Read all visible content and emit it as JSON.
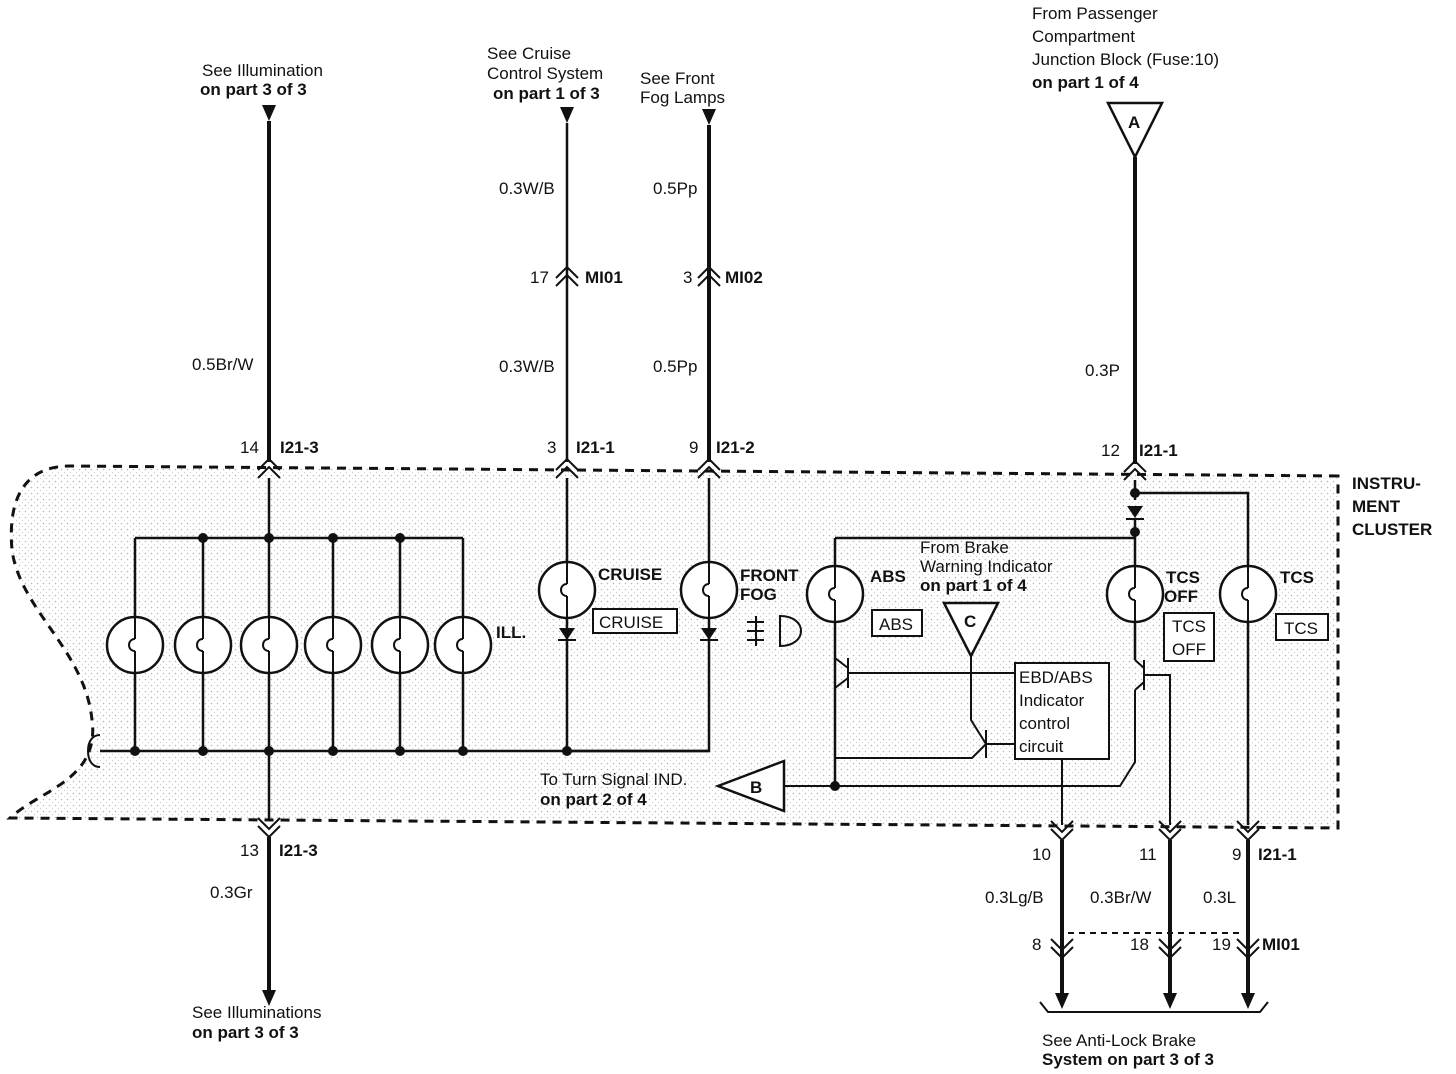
{
  "top_refs": {
    "illumination": {
      "l1": "See Illumination",
      "l2": "on part 3 of 3"
    },
    "cruise": {
      "l1": "See Cruise",
      "l2": "Control System",
      "l3": "on part 1 of 3"
    },
    "fog": {
      "l1": "See Front",
      "l2": "Fog Lamps"
    },
    "passenger": {
      "l1": "From Passenger",
      "l2": "Compartment",
      "l3": "Junction Block (Fuse:10)",
      "l4": "on part 1 of 4"
    }
  },
  "wires": {
    "ill_top": "0.5Br/W",
    "cruise_top": "0.3W/B",
    "cruise_mid": "0.3W/B",
    "fog_top": "0.5Pp",
    "fog_mid": "0.5Pp",
    "tcs_p": "0.3P",
    "ill_bottom": "0.3Gr",
    "abs_lgb": "0.3Lg/B",
    "abs_brw": "0.3Br/W",
    "abs_l": "0.3L"
  },
  "connectors": {
    "c14": {
      "pin": "14",
      "name": "I21-3"
    },
    "c3": {
      "pin": "3",
      "name": "I21-1"
    },
    "c9": {
      "pin": "9",
      "name": "I21-2"
    },
    "c12": {
      "pin": "12",
      "name": "I21-1"
    },
    "c17": {
      "pin": "17",
      "name": "MI01"
    },
    "c3b": {
      "pin": "3",
      "name": "MI02"
    },
    "c13": {
      "pin": "13",
      "name": "I21-3"
    },
    "b10": {
      "pin": "10"
    },
    "b11": {
      "pin": "11"
    },
    "b9": {
      "pin": "9",
      "name": "I21-1"
    },
    "m8": {
      "pin": "8"
    },
    "m18": {
      "pin": "18"
    },
    "m19": {
      "pin": "19",
      "name": "MI01"
    }
  },
  "cluster": {
    "l1": "INSTRU-",
    "l2": "MENT",
    "l3": "CLUSTER"
  },
  "lamps": {
    "ill": "ILL.",
    "cruise": "CRUISE",
    "cruise_box": "CRUISE",
    "fog_l1": "FRONT",
    "fog_l2": "FOG",
    "abs": "ABS",
    "abs_box": "ABS",
    "tcsoff_l1": "TCS",
    "tcsoff_l2": "OFF",
    "tcsoff_box1": "TCS",
    "tcsoff_box2": "OFF",
    "tcs": "TCS",
    "tcs_box": "TCS"
  },
  "brake_ref": {
    "l1": "From Brake",
    "l2": "Warning Indicator",
    "l3": "on part 1 of 4"
  },
  "ebd": {
    "l1": "EBD/ABS",
    "l2": "Indicator",
    "l3": "control",
    "l4": "circuit"
  },
  "turn_ref": {
    "l1": "To Turn Signal IND.",
    "l2": "on  part 2 of 4"
  },
  "bottom_refs": {
    "illuminations": {
      "l1": "See Illuminations",
      "l2": "on  part 3 of 3"
    },
    "abs": {
      "l1": "See Anti-Lock Brake",
      "l2": "System on  part 3 of 3"
    }
  },
  "markers": {
    "a": "A",
    "b": "B",
    "c": "C"
  }
}
